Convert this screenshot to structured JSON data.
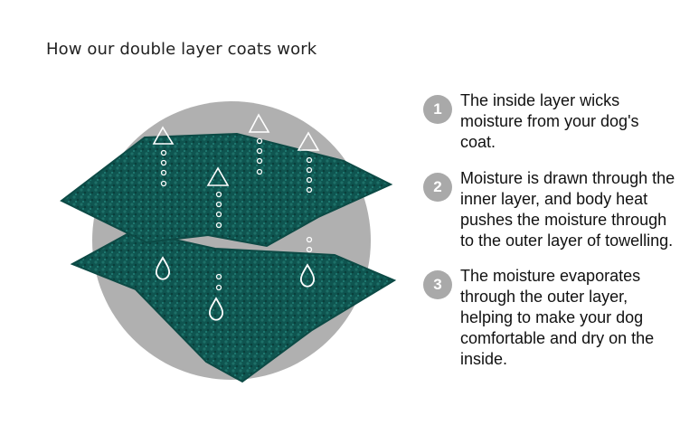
{
  "title": "How our double layer coats work",
  "colors": {
    "circle": "#b0b0b0",
    "towel": "#0f5550",
    "badge": "#a9a9a9"
  },
  "icons": [
    "up-arrow-triangle-icon",
    "water-drop-icon",
    "moisture-dots-icon"
  ],
  "steps": [
    {
      "number": "1",
      "text": "The inside layer wicks moisture from your dog's coat."
    },
    {
      "number": "2",
      "text": "Moisture is drawn through the inner layer, and body heat pushes the moisture through to the outer layer of towelling."
    },
    {
      "number": "3",
      "text": "The moisture evaporates through the outer layer, helping to make your dog comfortable and dry on the inside."
    }
  ]
}
